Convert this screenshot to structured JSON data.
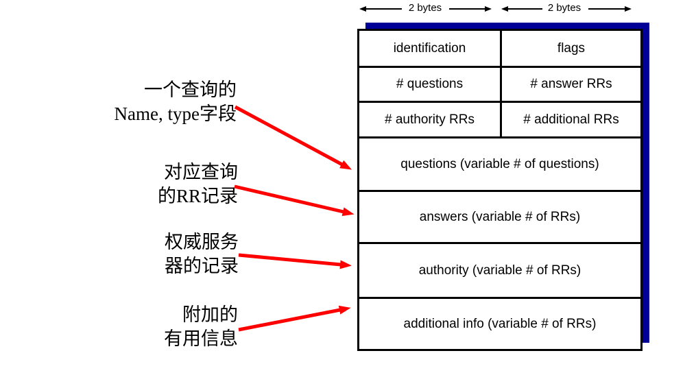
{
  "byte_ruler": {
    "left_label": "2 bytes",
    "right_label": "2 bytes"
  },
  "dns_message_table": {
    "header_rows": [
      {
        "left": "identification",
        "right": "flags"
      },
      {
        "left": "# questions",
        "right": "# answer RRs"
      },
      {
        "left": "# authority RRs",
        "right": "# additional RRs"
      }
    ],
    "variable_rows": [
      {
        "label": "questions (variable # of questions)"
      },
      {
        "label": "answers (variable # of RRs)"
      },
      {
        "label": "authority (variable # of RRs)"
      },
      {
        "label": "additional info (variable # of RRs)"
      }
    ]
  },
  "annotations": [
    {
      "line1": "一个查询的",
      "line2": "Name, type字段"
    },
    {
      "line1": "对应查询",
      "line2": "的RR记录"
    },
    {
      "line1": "权威服务",
      "line2": "器的记录"
    },
    {
      "line1": "附加的",
      "line2": "有用信息"
    }
  ],
  "colors": {
    "shadow_blue": "#000099",
    "arrow_red": "#ff0000",
    "line_black": "#000000"
  }
}
